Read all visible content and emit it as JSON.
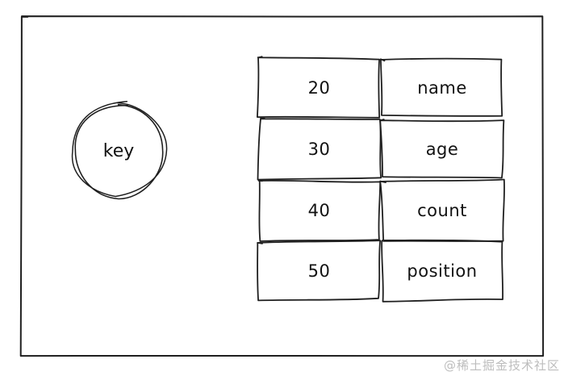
{
  "diagram": {
    "key": {
      "label": "key"
    },
    "table": {
      "rows": [
        {
          "value": "20",
          "field": "name"
        },
        {
          "value": "30",
          "field": "age"
        },
        {
          "value": "40",
          "field": "count"
        },
        {
          "value": "50",
          "field": "position"
        }
      ]
    }
  },
  "watermark": {
    "text": "@稀土掘金技术社区"
  },
  "colors": {
    "stroke": "#1f1f1f",
    "text": "#121212",
    "watermark": "#bdbdbd",
    "background": "#ffffff"
  }
}
